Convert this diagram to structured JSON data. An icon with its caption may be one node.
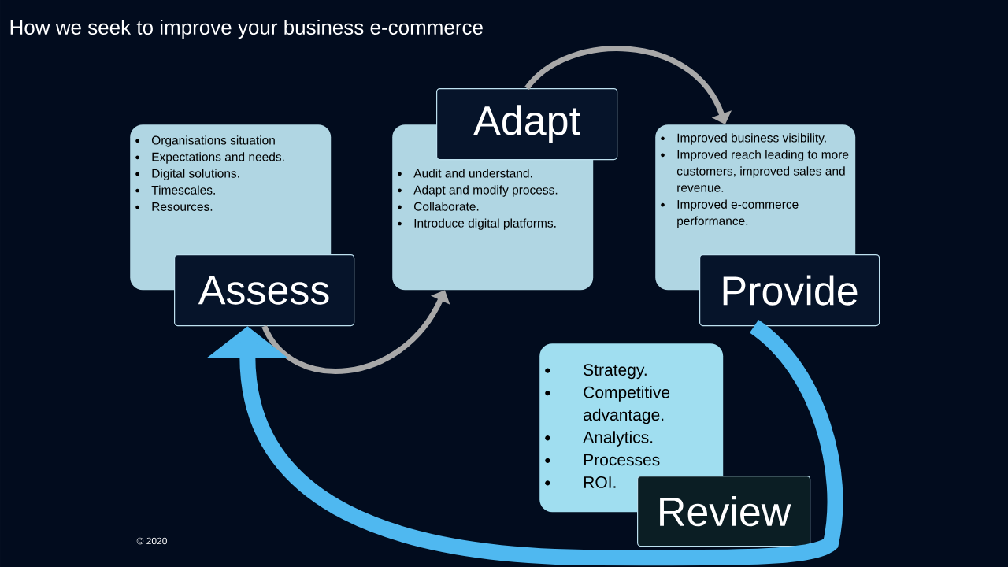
{
  "diagram": {
    "title": "How we seek to improve your business e-commerce",
    "nodes": [
      {
        "text": [
          "Organisations situation",
          "Expectations and needs.",
          "Digital solutions.",
          "Timescales.",
          "Resources."
        ]
      },
      {
        "text": [
          "Assess"
        ]
      },
      {
        "text": [
          "Audit and understand.",
          "Adapt and modify process.",
          "Collaborate.",
          "Introduce digital platforms."
        ]
      },
      {
        "text": [
          "Adapt"
        ]
      },
      {
        "text": [
          "Improved business visibility.",
          "Improved reach leading to more customers, improved sales and revenue.",
          "Improved e-commerce performance."
        ]
      },
      {
        "text": [
          "Provide"
        ]
      },
      {
        "text": [
          "Strategy.",
          "Competitive advantage.",
          "Analytics.",
          "Processes",
          "ROI."
        ]
      },
      {
        "text": [
          "Review"
        ]
      }
    ],
    "edges": [
      {
        "from": 1,
        "to": 2,
        "arrow": "to"
      },
      {
        "from": 3,
        "to": 4,
        "arrow": "to"
      },
      {
        "from": 5,
        "to": 1,
        "arrow": "to",
        "style": "thick",
        "color": "#4fb8f0"
      }
    ],
    "labels": [
      "© 2020"
    ]
  }
}
